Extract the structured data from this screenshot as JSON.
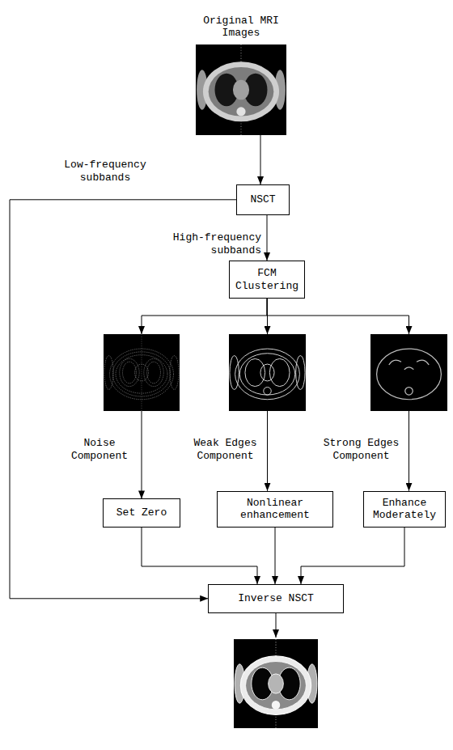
{
  "diagram": {
    "nodes": [
      {
        "text": [
          "Original MRI Images"
        ]
      },
      {
        "text": [
          "NSCT"
        ]
      },
      {
        "text": [
          "FCM Clustering"
        ]
      },
      {
        "text": [
          "Noise Component"
        ]
      },
      {
        "text": [
          "Weak Edges Component"
        ]
      },
      {
        "text": [
          "Strong Edges Component"
        ]
      },
      {
        "text": [
          "Set Zero"
        ]
      },
      {
        "text": [
          "Nonlinear enhancement"
        ]
      },
      {
        "text": [
          "Enhance Moderately"
        ]
      },
      {
        "text": [
          "Inverse NSCT"
        ]
      }
    ],
    "edges": [
      {
        "from": 0,
        "to": 1,
        "arrow": "to"
      },
      {
        "from": 1,
        "to": 9,
        "label": "Low-frequency subbands",
        "arrow": "to"
      },
      {
        "from": 1,
        "to": 2,
        "label": "High-frequency subbands",
        "arrow": "to"
      },
      {
        "from": 2,
        "to": 3,
        "arrow": "to"
      },
      {
        "from": 2,
        "to": 4,
        "arrow": "to"
      },
      {
        "from": 2,
        "to": 5,
        "arrow": "to"
      },
      {
        "from": 3,
        "to": 6,
        "arrow": "to"
      },
      {
        "from": 4,
        "to": 7,
        "arrow": "to"
      },
      {
        "from": 5,
        "to": 8,
        "arrow": "to"
      },
      {
        "from": 6,
        "to": 9,
        "arrow": "to"
      },
      {
        "from": 7,
        "to": 9,
        "arrow": "to"
      },
      {
        "from": 8,
        "to": 9,
        "arrow": "to"
      }
    ]
  }
}
